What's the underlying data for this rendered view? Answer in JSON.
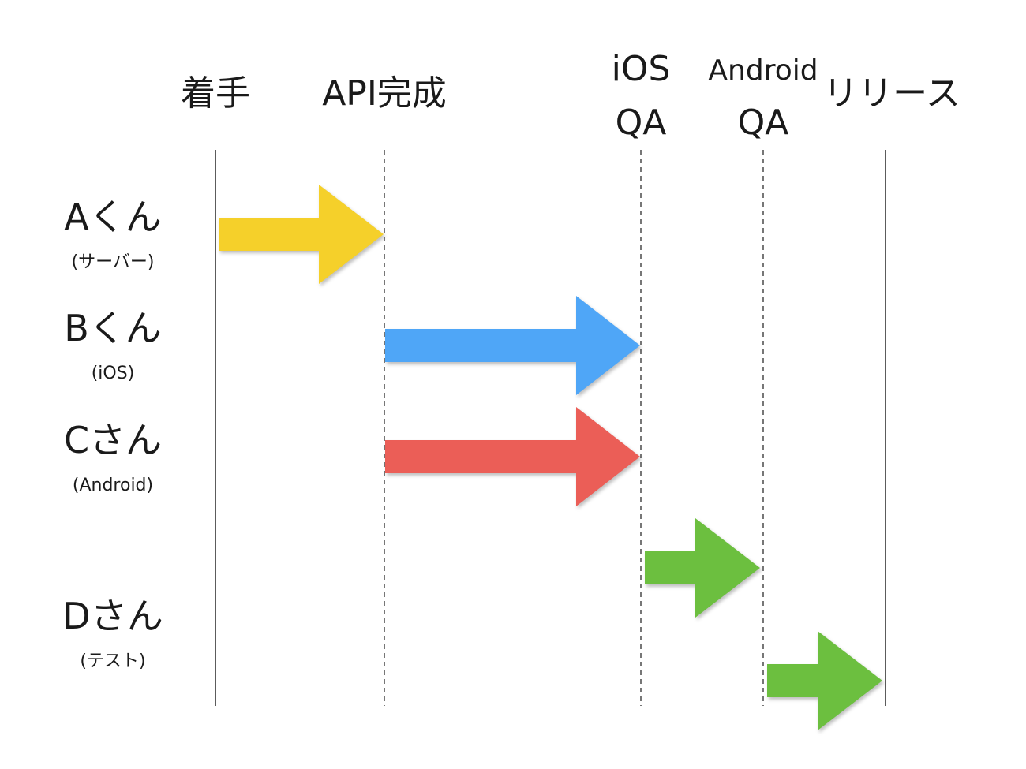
{
  "milestones": [
    {
      "id": "start",
      "lines": [
        "着手"
      ],
      "style": "solid"
    },
    {
      "id": "api",
      "lines": [
        "API完成"
      ],
      "style": "dashed"
    },
    {
      "id": "ios-qa",
      "lines": [
        "iOS",
        "QA"
      ],
      "style": "dashed"
    },
    {
      "id": "android-qa",
      "lines": [
        "Android",
        "QA"
      ],
      "style": "dashed"
    },
    {
      "id": "release",
      "lines": [
        "リリース"
      ],
      "style": "solid"
    }
  ],
  "people": [
    {
      "id": "a",
      "name": "Aくん",
      "role": "(サーバー)"
    },
    {
      "id": "b",
      "name": "Bくん",
      "role": "(iOS)"
    },
    {
      "id": "c",
      "name": "Cさん",
      "role": "(Android)"
    },
    {
      "id": "d",
      "name": "Dさん",
      "role": "(テスト)"
    }
  ],
  "tasks": [
    {
      "id": "server-api",
      "from": "start",
      "to": "api",
      "color": "#F5D02A",
      "owner": "Aくん"
    },
    {
      "id": "ios-dev",
      "from": "api",
      "to": "ios-qa",
      "color": "#4FA6F7",
      "owner": "Bくん"
    },
    {
      "id": "android-dev",
      "from": "api",
      "to": "ios-qa",
      "color": "#EB5E57",
      "owner": "Cさん"
    },
    {
      "id": "ios-test",
      "from": "ios-qa",
      "to": "android-qa",
      "color": "#6CBF3F",
      "owner": "Dさん"
    },
    {
      "id": "android-test",
      "from": "android-qa",
      "to": "release",
      "color": "#6CBF3F",
      "owner": "Dさん"
    }
  ]
}
